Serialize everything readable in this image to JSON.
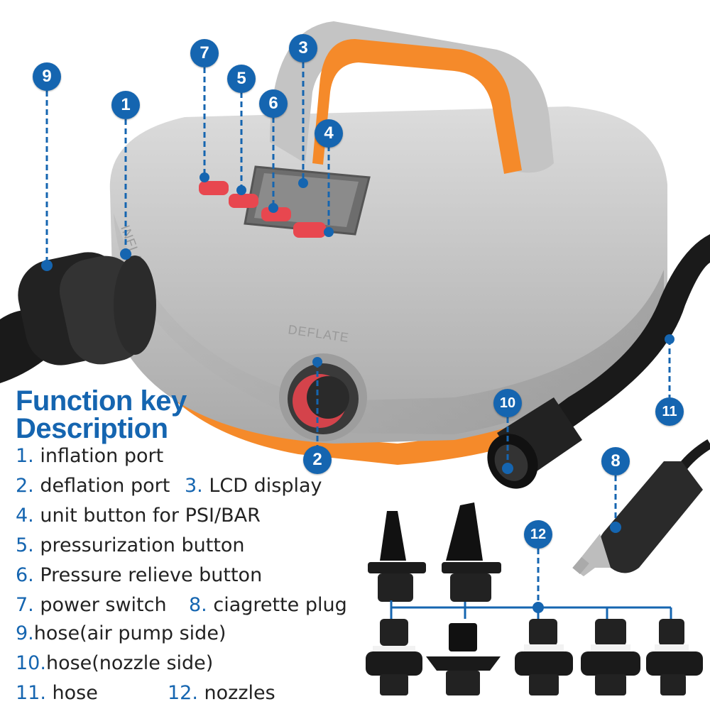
{
  "embossed": {
    "deflate": "DEFLATE",
    "inflate": "INFLATE"
  },
  "callouts": [
    "1",
    "2",
    "3",
    "4",
    "5",
    "6",
    "7",
    "8",
    "9",
    "10",
    "11",
    "12"
  ],
  "description": {
    "heading_line1": "Function key",
    "heading_line2": "Description",
    "items": [
      {
        "num": "1.",
        "text": "inflation port"
      },
      {
        "num": "2.",
        "text": "deflation port"
      },
      {
        "num": "3.",
        "text": "LCD display"
      },
      {
        "num": "4.",
        "text": "unit button for PSI/BAR"
      },
      {
        "num": "5.",
        "text": "pressurization button"
      },
      {
        "num": "6.",
        "text": "Pressure relieve button"
      },
      {
        "num": "7.",
        "text": "power switch"
      },
      {
        "num": "8.",
        "text": "ciagrette plug"
      },
      {
        "num": "9.",
        "text": "hose(air pump side)"
      },
      {
        "num": "10.",
        "text": "hose(nozzle side)"
      },
      {
        "num": "11.",
        "text": "hose"
      },
      {
        "num": "12.",
        "text": "nozzles"
      }
    ]
  },
  "colors": {
    "accent_blue": "#1565b0",
    "pump_body": "#c9c9c9",
    "handle_orange": "#f58a2a",
    "button_red": "#e8474f",
    "hose_black": "#1a1a1a"
  }
}
